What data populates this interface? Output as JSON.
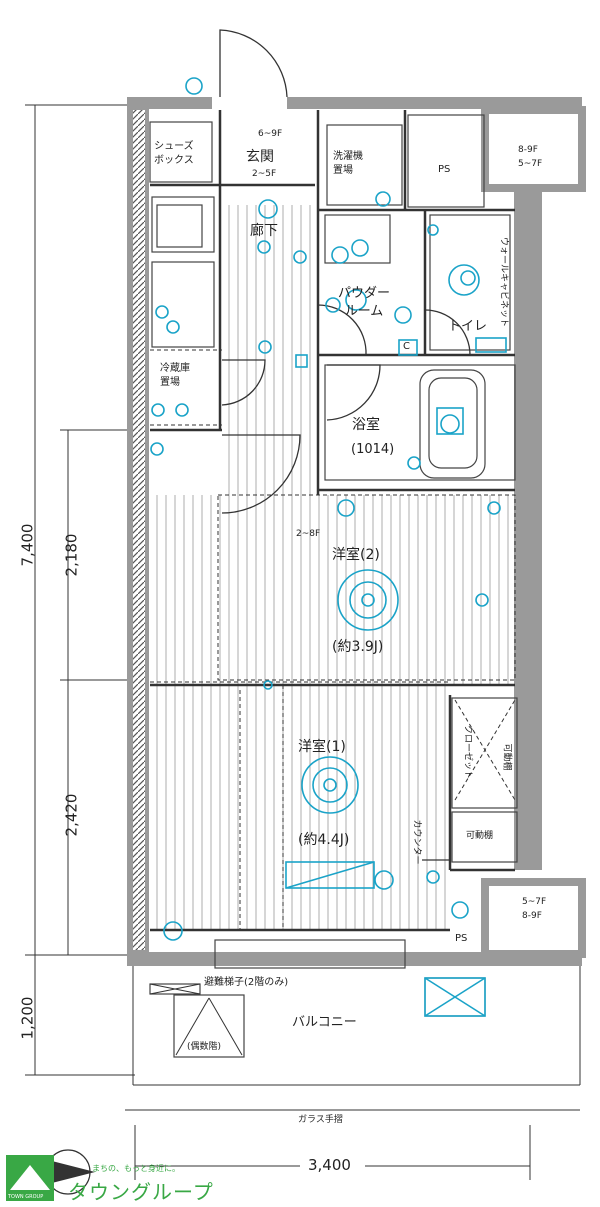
{
  "dimensions": {
    "total_depth": "7,400",
    "depth_upper": "2,180",
    "depth_lower": "2,420",
    "balcony_depth": "1,200",
    "width": "3,400"
  },
  "rooms": {
    "shoe_box": "シューズ\nボックス",
    "entrance_floors": "6~9F",
    "entrance_floors2": "2~5F",
    "entrance": "玄関",
    "washer": "洗濯機\n置場",
    "ps_top": "PS",
    "floors_8_9": "8-9F",
    "floors_5_7": "5~7F",
    "corridor": "廊下",
    "powder": "パウダー\nルーム",
    "toilet": "トイレ",
    "c_mark": "C",
    "fridge": "冷蔵庫\n置場",
    "bath": "浴室",
    "bath_size": "(1014)",
    "floors_2_8": "2~8F",
    "room2": "洋室(2)",
    "room2_size": "(約3.9J)",
    "room1": "洋室(1)",
    "room1_size": "(約4.4J)",
    "closet": "クローゼット",
    "movable_shelf1": "可動棚",
    "movable_shelf2": "可動棚",
    "counter": "カウンター",
    "floors_5_7b": "5~7F",
    "floors_8_9b": "8-9F",
    "ps_bottom": "PS",
    "hatch": "避難梯子(2階のみ)",
    "balcony": "バルコニー",
    "even_floors": "(偶数階)",
    "glass_rail": "ガラス手摺",
    "wall_cabinet": "ウォールキャビネット"
  },
  "footer": {
    "brand": "タウングループ",
    "tagline": "まちの、もっと身近に。",
    "logo_small": "TOWN GROUP"
  },
  "colors": {
    "wall": "#9a9a9a",
    "line": "#333333",
    "fixture": "#1aa3c8",
    "brand": "#39a845"
  }
}
